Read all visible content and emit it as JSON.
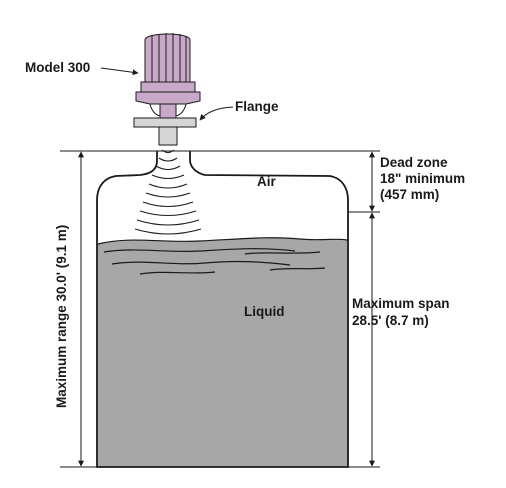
{
  "labels": {
    "model": "Model 300",
    "flange": "Flange",
    "air": "Air",
    "liquid": "Liquid",
    "dead_zone": [
      "Dead zone",
      "18\" minimum",
      "(457 mm)"
    ],
    "max_span": [
      "Maximum span",
      "28.5' (8.7 m)"
    ],
    "max_range": "Maximum range 30.0' (9.1 m)"
  },
  "colors": {
    "liquid": "#a7a7a7",
    "outline": "#1a1a1a",
    "sensor_body": "#c9a9c9",
    "flange": "#d6d6d6"
  }
}
